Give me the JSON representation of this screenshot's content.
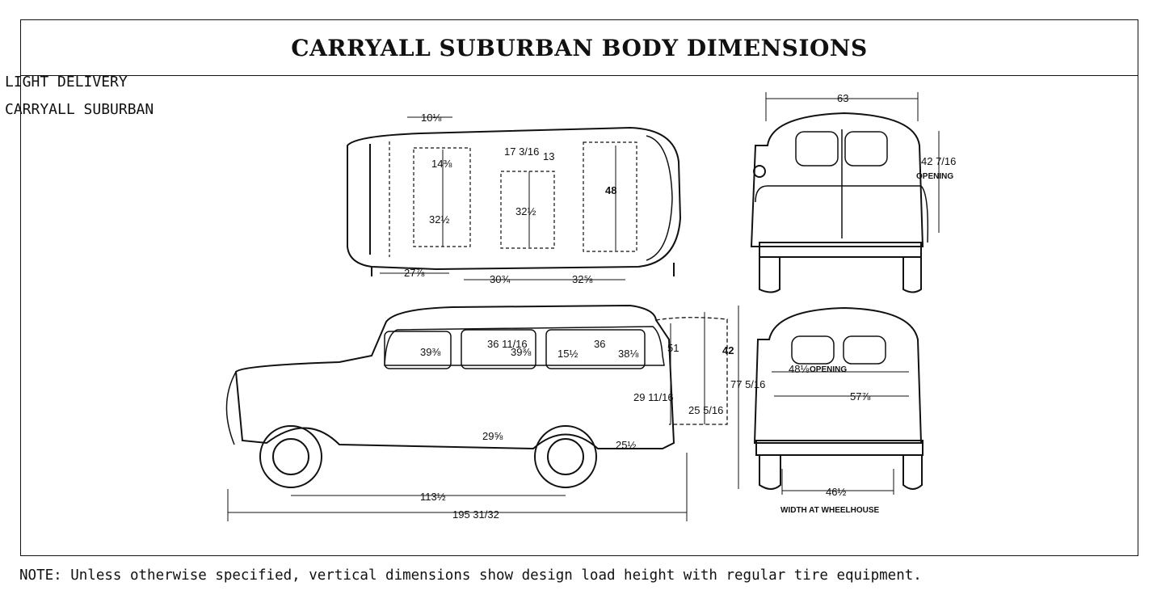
{
  "title": "CARRYALL SUBURBAN BODY DIMENSIONS",
  "left_labels": [
    "LIGHT DELIVERY",
    "CARRYALL SUBURBAN"
  ],
  "note": "NOTE: Unless otherwise specified, vertical dimensions show design load height with regular tire equipment.",
  "top_view_dims": {
    "d1": "10⅛",
    "d2": "14⅜",
    "d3": "17 3/16",
    "d4": "13",
    "d5": "48",
    "d6": "32½",
    "d7": "32½",
    "d8": "27⅞",
    "d9": "30¾",
    "d10": "32⅝"
  },
  "side_view_dims": {
    "d1": "39⅜",
    "d2": "36 11/16",
    "d3": "39⅜",
    "d4": "15½",
    "d5": "36",
    "d6": "38⅛",
    "d7": "51",
    "d8": "42",
    "d9": "77 5/16",
    "d10": "29 11/16",
    "d11": "25 5/16",
    "d12": "25½",
    "d13": "29⅝",
    "d14": "113½",
    "d15": "195 31/32"
  },
  "rear_view_dims": {
    "width": "63",
    "opening_height": "42 7/16",
    "opening_word": "OPENING"
  },
  "front_view_dims": {
    "opening_width": "48⅛",
    "opening_word": "OPENING",
    "inner_width": "57⅞",
    "wheelhouse": "46½",
    "wheelhouse_caption": "WIDTH AT WHEELHOUSE"
  }
}
